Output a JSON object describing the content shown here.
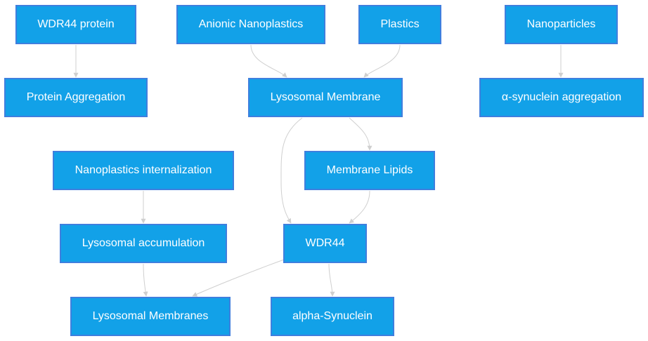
{
  "diagram": {
    "nodes": {
      "wdr44_protein": "WDR44 protein",
      "anionic_nanoplastics": "Anionic Nanoplastics",
      "plastics": "Plastics",
      "nanoparticles": "Nanoparticles",
      "protein_aggregation": "Protein Aggregation",
      "lysosomal_membrane": "Lysosomal Membrane",
      "alpha_synuclein_aggregation": "α-synuclein aggregation",
      "nanoplastics_internalization": "Nanoplastics internalization",
      "membrane_lipids": "Membrane Lipids",
      "lysosomal_accumulation": "Lysosomal accumulation",
      "wdr44": "WDR44",
      "lysosomal_membranes": "Lysosomal Membranes",
      "alpha_synuclein": "alpha-Synuclein"
    },
    "edges": [
      {
        "from": "WDR44 protein",
        "to": "Protein Aggregation"
      },
      {
        "from": "Anionic Nanoplastics",
        "to": "Lysosomal Membrane"
      },
      {
        "from": "Plastics",
        "to": "Lysosomal Membrane"
      },
      {
        "from": "Nanoparticles",
        "to": "α-synuclein aggregation"
      },
      {
        "from": "Lysosomal Membrane",
        "to": "Membrane Lipids"
      },
      {
        "from": "Lysosomal Membrane",
        "to": "WDR44"
      },
      {
        "from": "Membrane Lipids",
        "to": "WDR44"
      },
      {
        "from": "Nanoplastics internalization",
        "to": "Lysosomal accumulation"
      },
      {
        "from": "Lysosomal accumulation",
        "to": "Lysosomal Membranes"
      },
      {
        "from": "WDR44",
        "to": "Lysosomal Membranes"
      },
      {
        "from": "WDR44",
        "to": "alpha-Synuclein"
      }
    ],
    "colors": {
      "node_fill": "#12a1e8",
      "node_border": "#3f7fde",
      "node_text": "#ffffff",
      "edge": "#cfcfcf"
    }
  }
}
